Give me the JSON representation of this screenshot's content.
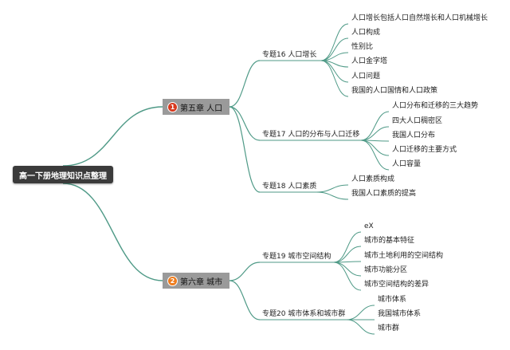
{
  "colors": {
    "line": "#4f9a87",
    "root_bg": "#3b3b3b",
    "chapter_bg": "#9a9a9a",
    "badge1": "#d83a1f",
    "badge2": "#ee7c1d"
  },
  "root": {
    "label": "高一下册地理知识点整理"
  },
  "chapter5": {
    "badge": "1",
    "label": "第五章 人口",
    "topic16": {
      "label": "专题16 人口增长",
      "items": [
        "人口增长包括人口自然增长和人口机械增长",
        "人口构成",
        "性别比",
        "人口金字塔",
        "人口问题",
        "我国的人口国情和人口政策"
      ]
    },
    "topic17": {
      "label": "专题17 人口的分布与人口迁移",
      "items": [
        "人口分布和迁移的三大趋势",
        "四大人口稠密区",
        "我国人口分布",
        "人口迁移的主要方式",
        "人口容量"
      ]
    },
    "topic18": {
      "label": "专题18 人口素质",
      "items": [
        "人口素质构成",
        "我国人口素质的提高"
      ]
    }
  },
  "chapter6": {
    "badge": "2",
    "label": "第六章 城市",
    "topic19": {
      "label": "专题19 城市空间结构",
      "items": [
        "eX",
        "城市的基本特征",
        "城市土地利用的空间结构",
        "城市功能分区",
        "城市空间结构的差异"
      ]
    },
    "topic20": {
      "label": "专题20 城市体系和城市群",
      "items": [
        "城市体系",
        "我国城市体系",
        "城市群"
      ]
    }
  }
}
